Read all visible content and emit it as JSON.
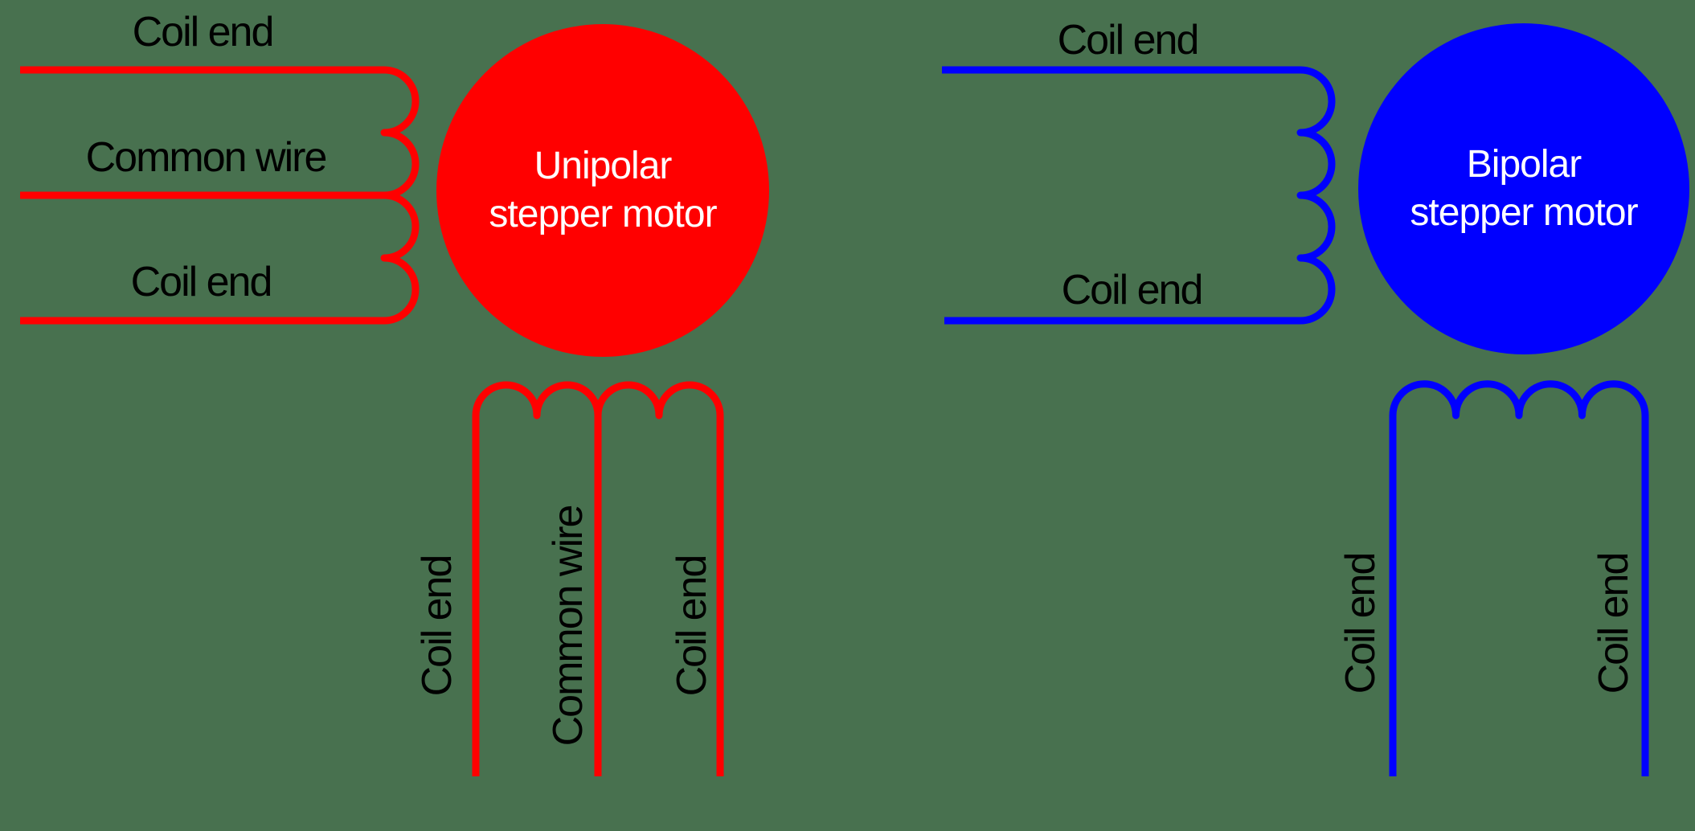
{
  "background_color": "#48714F",
  "unipolar": {
    "color": "#FF0000",
    "circle_text": {
      "line1": "Unipolar",
      "line2": "stepper motor"
    },
    "horizontal_labels": {
      "top": "Coil end",
      "middle": "Common wire",
      "bottom": "Coil end"
    },
    "vertical_labels": {
      "left": "Coil end",
      "middle": "Common wire",
      "right": "Coil end"
    }
  },
  "bipolar": {
    "color": "#0000FF",
    "circle_text": {
      "line1": "Bipolar",
      "line2": "stepper motor"
    },
    "horizontal_labels": {
      "top": "Coil end",
      "bottom": "Coil end"
    },
    "vertical_labels": {
      "left": "Coil end",
      "right": "Coil end"
    }
  }
}
